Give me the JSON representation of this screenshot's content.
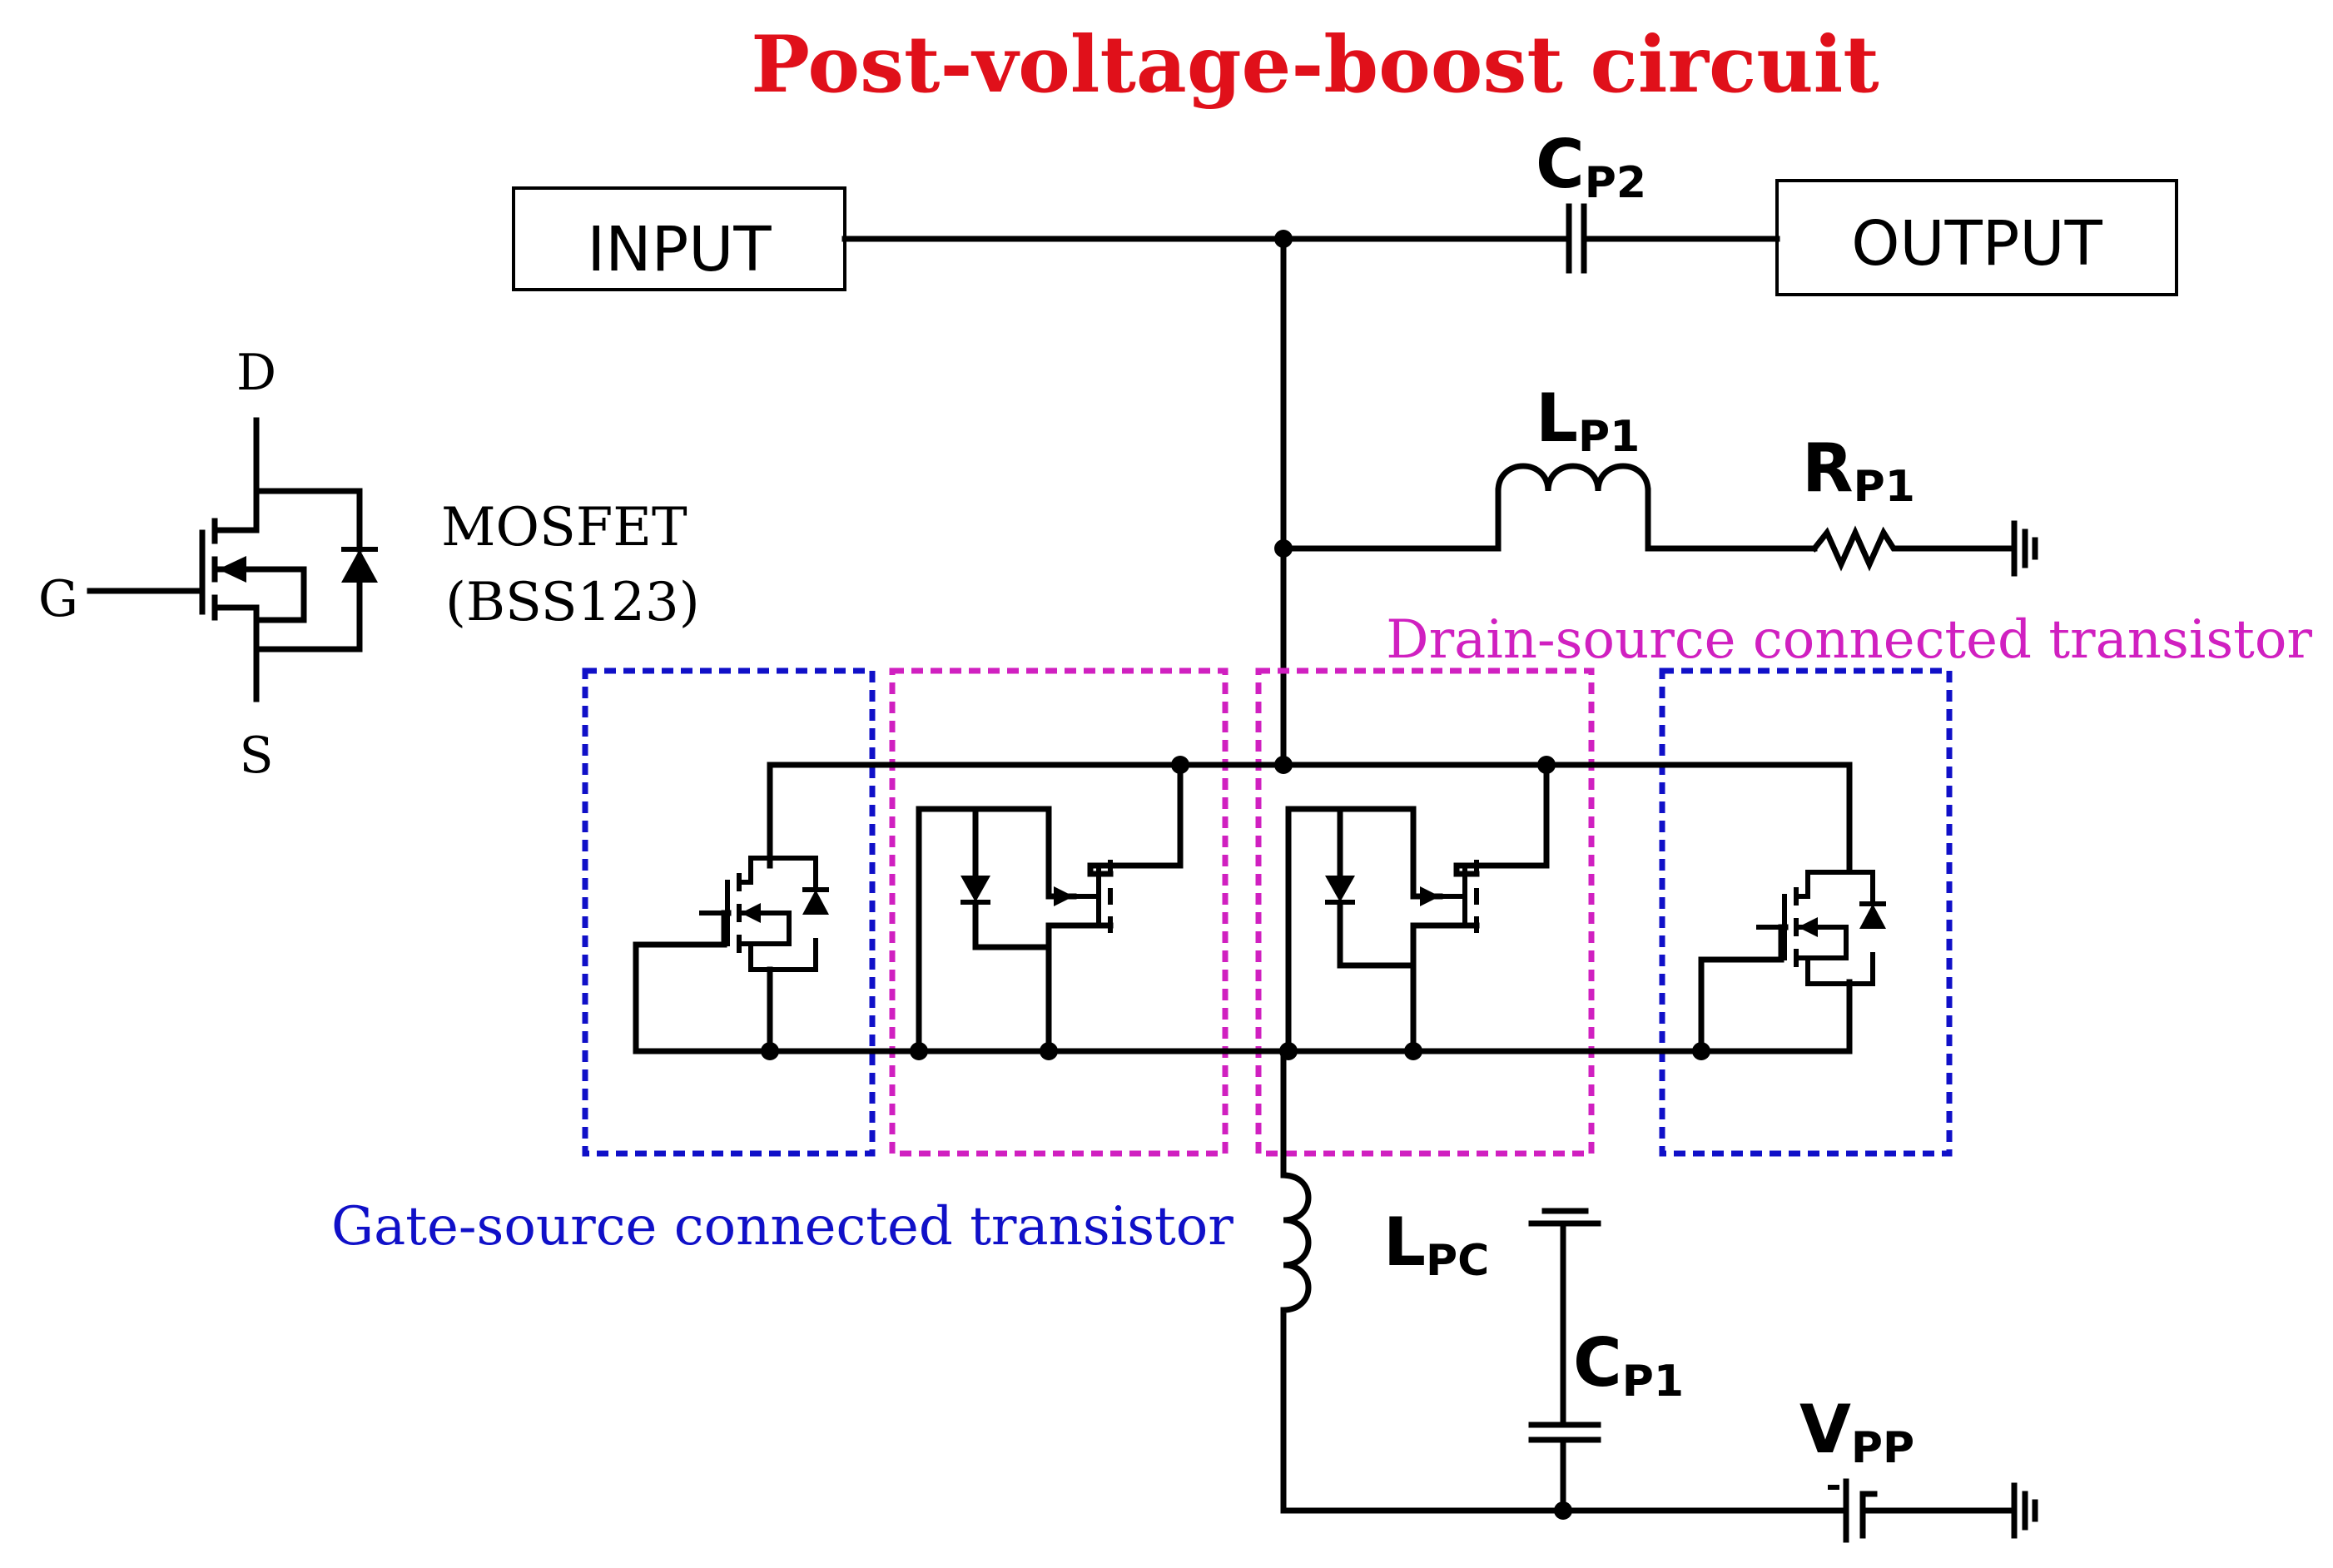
{
  "title": "Post-voltage-boost circuit",
  "colors": {
    "title": "#e0101a",
    "gate_source": "#1010c8",
    "drain_source": "#d020c0",
    "wire": "#000000"
  },
  "blocks": {
    "input": "INPUT",
    "output": "OUTPUT"
  },
  "components": {
    "cp2": {
      "main": "C",
      "sub": "P2"
    },
    "lp1": {
      "main": "L",
      "sub": "P1"
    },
    "rp1": {
      "main": "R",
      "sub": "P1"
    },
    "lpc": {
      "main": "L",
      "sub": "PC"
    },
    "cp1": {
      "main": "C",
      "sub": "P1"
    },
    "vpp": {
      "main": "V",
      "sub": "PP"
    }
  },
  "mosfet_legend": {
    "drain": "D",
    "gate": "G",
    "source": "S",
    "name": "MOSFET",
    "part": "(BSS123)"
  },
  "annotations": {
    "drain_source": "Drain-source connected transistor",
    "gate_source": "Gate-source connected transistor"
  },
  "icons": [
    "mosfet-symbol-icon",
    "body-diode-icon",
    "ground-icon",
    "inductor-icon",
    "resistor-icon",
    "capacitor-icon",
    "battery-icon"
  ]
}
